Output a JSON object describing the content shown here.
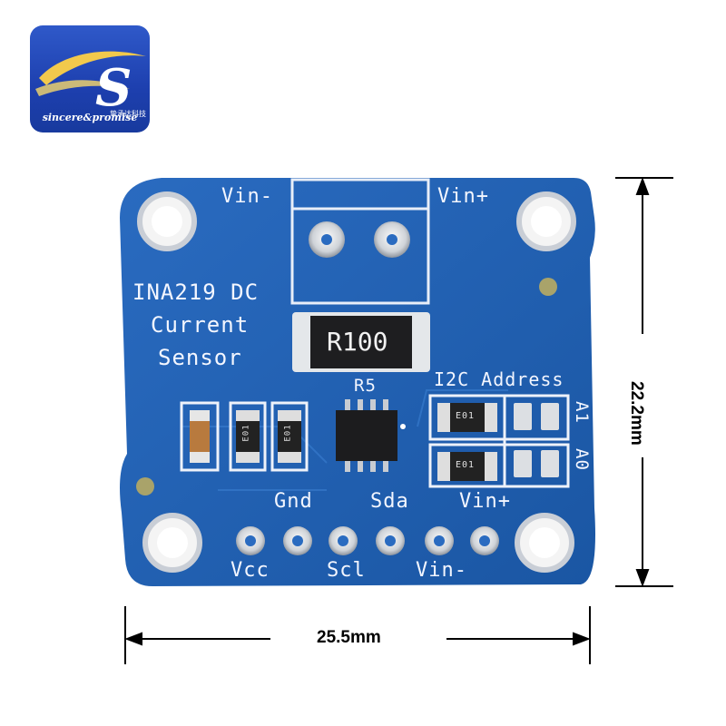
{
  "logo": {
    "brand_text": "sincere&promise",
    "chinese_text": "挚承达科技",
    "colors": {
      "background": "#1d3fae",
      "swoosh": "#f2c94c",
      "letter": "#ffffff"
    }
  },
  "board": {
    "color": "#1f5fb0",
    "labels": {
      "vin_minus_top": "Vin-",
      "vin_plus_top": "Vin+",
      "title_line1": "INA219 DC",
      "title_line2": "Current",
      "title_line3": "Sensor",
      "resistor": "R100",
      "resistor_ref": "R5",
      "i2c_address": "I2C Address",
      "a1": "A1",
      "a0": "A0",
      "gnd": "Gnd",
      "sda": "Sda",
      "vin_plus_bottom": "Vin+",
      "vcc": "Vcc",
      "scl": "Scl",
      "vin_minus_bottom": "Vin-",
      "smd_marking": "E01"
    }
  },
  "dimensions": {
    "height": "22.2mm",
    "width": "25.5mm"
  }
}
